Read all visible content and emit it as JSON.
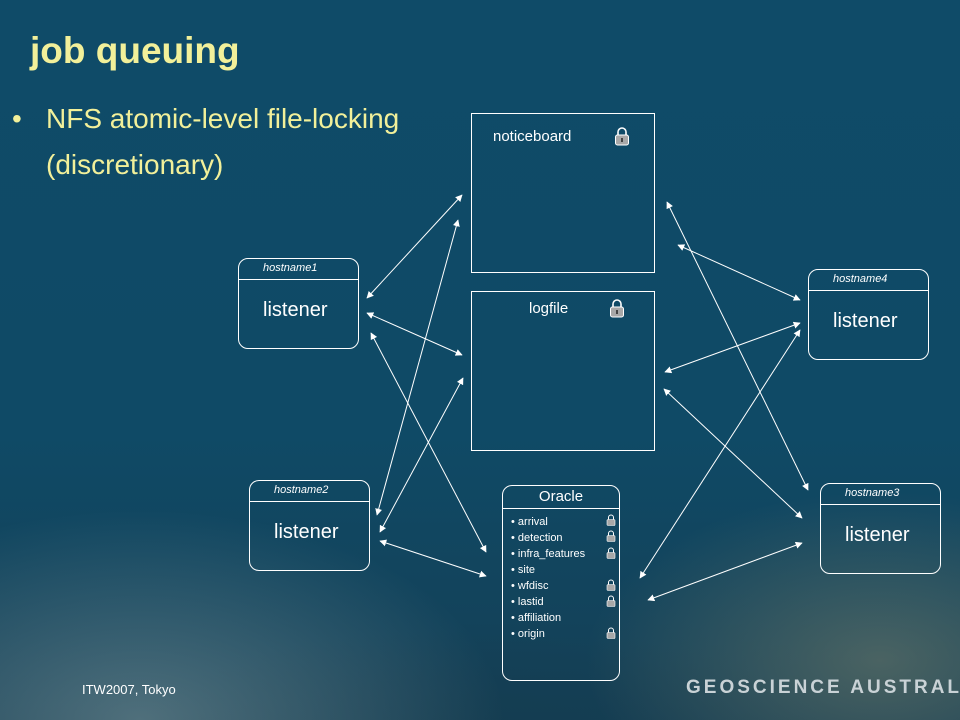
{
  "slide": {
    "title": "job queuing",
    "bullet_symbol": "•",
    "bullet_line1": "NFS atomic-level file-locking",
    "bullet_line2": "(discretionary)"
  },
  "noticeboard": {
    "label": "noticeboard"
  },
  "logfile": {
    "label": "logfile"
  },
  "listeners": [
    {
      "host": "hostname1",
      "name": "listener"
    },
    {
      "host": "hostname2",
      "name": "listener"
    },
    {
      "host": "hostname3",
      "name": "listener"
    },
    {
      "host": "hostname4",
      "name": "listener"
    }
  ],
  "oracle": {
    "title": "Oracle",
    "tables": [
      "• arrival",
      "• detection",
      "• infra_features",
      "• site",
      "• wfdisc",
      "• lastid",
      "• affiliation",
      "• origin"
    ]
  },
  "footer": {
    "left": "ITW2007, Tokyo",
    "right": "GEOSCIENCE AUSTRALIA"
  },
  "colors": {
    "background": "#0f4a66",
    "title": "#f2f09a",
    "lines": "#ffffff",
    "lock_body": "#a8a8a8"
  }
}
